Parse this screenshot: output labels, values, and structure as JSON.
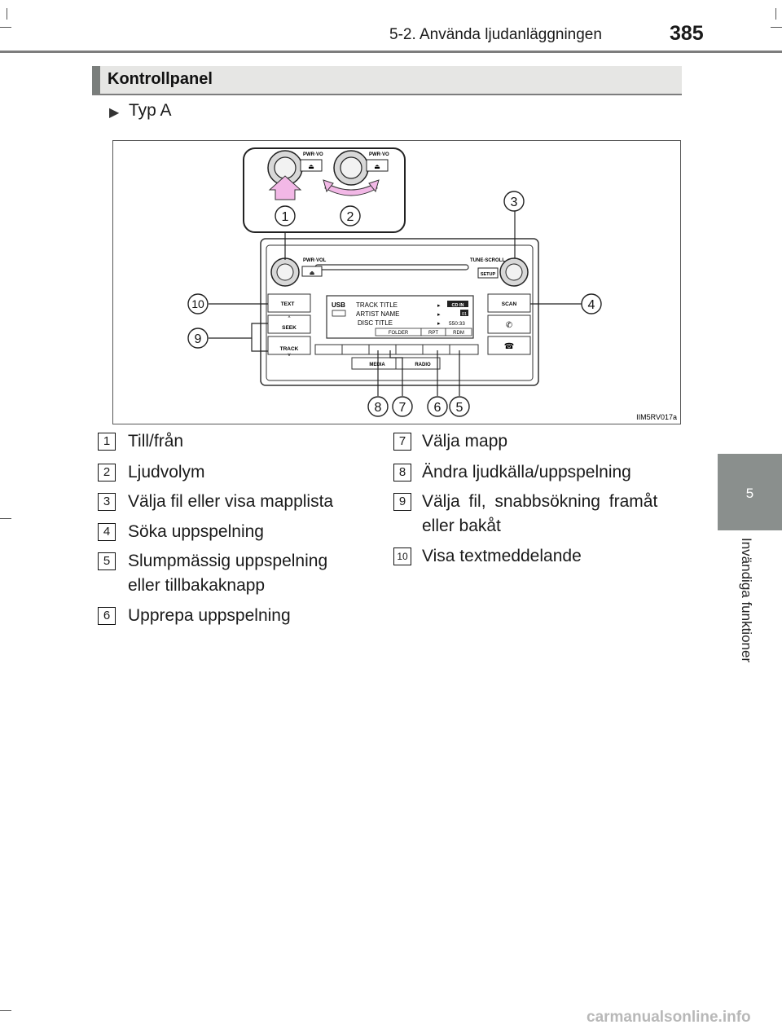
{
  "header": {
    "chapter_title": "5-2. Använda ljudanläggningen",
    "page_number": "385"
  },
  "side_tab": {
    "chapter_number": "5",
    "chapter_label": "Invändiga funktioner"
  },
  "section": {
    "title": "Kontrollpanel",
    "type_label": "Typ A"
  },
  "figure": {
    "code": "IIM5RV017a",
    "callouts": [
      "1",
      "2",
      "3",
      "4",
      "5",
      "6",
      "7",
      "8",
      "9",
      "10"
    ],
    "panel_labels": {
      "pwr_vo_1": "PWR·VO",
      "pwr_vo_2": "PWR·VO",
      "pwr_vol": "PWR·VOL",
      "tune_scroll": "TUNE·SCROLL",
      "setup": "SETUP",
      "text": "TEXT",
      "seek": "SEEK",
      "track": "TRACK",
      "scan": "SCAN",
      "media": "MEDIA",
      "radio": "RADIO"
    },
    "display": {
      "source": "USB",
      "track_title": "TRACK TITLE",
      "artist_name": "ARTIST NAME",
      "disc_title": "DISC TITLE",
      "cd_in": "CD IN",
      "counter": "01",
      "time": "550:33",
      "folder": "FOLDER",
      "rpt": "RPT",
      "rdm": "RDM"
    }
  },
  "legend": [
    {
      "num": "1",
      "text": "Till/från"
    },
    {
      "num": "2",
      "text": "Ljudvolym"
    },
    {
      "num": "3",
      "text": "Välja fil eller visa mapplista"
    },
    {
      "num": "4",
      "text": "Söka uppspelning"
    },
    {
      "num": "5",
      "text": "Slumpmässig uppspelning",
      "text2": "eller tillbakaknapp"
    },
    {
      "num": "6",
      "text": "Upprepa uppspelning"
    },
    {
      "num": "7",
      "text": "Välja mapp"
    },
    {
      "num": "8",
      "text": "Ändra ljudkälla/uppspelning"
    },
    {
      "num": "9",
      "text": "Välja fil, snabbsökning framåt",
      "text2": "eller bakåt"
    },
    {
      "num": "10",
      "text": "Visa textmeddelande"
    }
  ],
  "watermark": "carmanualsonline.info"
}
